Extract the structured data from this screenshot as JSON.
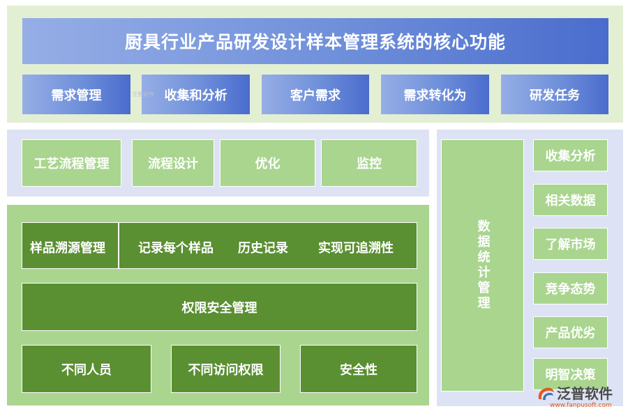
{
  "header": {
    "title": "厨具行业产品研发设计样本管理系统的核心功能",
    "items": [
      "需求管理",
      "收集和分析",
      "客户需求",
      "需求转化为",
      "研发任务"
    ]
  },
  "process": {
    "items": [
      "工艺流程管理",
      "流程设计",
      "优化",
      "监控"
    ]
  },
  "sample": {
    "row1": [
      "样品溯源管理",
      "记录每个样品",
      "历史记录",
      "实现可追溯性"
    ],
    "security": "权限安全管理",
    "bottom": [
      "不同人员",
      "不同访问权限",
      "安全性"
    ]
  },
  "stats": {
    "label": "数据统计管理",
    "items": [
      "收集分析",
      "相关数据",
      "了解市场",
      "竞争态势",
      "产品优劣",
      "明智决策"
    ]
  },
  "brand": {
    "name": "泛普软件",
    "url": "www.fanpusoft.com",
    "watermark": "泛普软件"
  },
  "colors": {
    "blue_dark": "#4a6ccd",
    "blue_light": "#96aee6",
    "green_light": "#a9d58f",
    "green_dark": "#5a8f32",
    "panel_green": "#e3efd3",
    "panel_lavender": "#dde3f4"
  }
}
